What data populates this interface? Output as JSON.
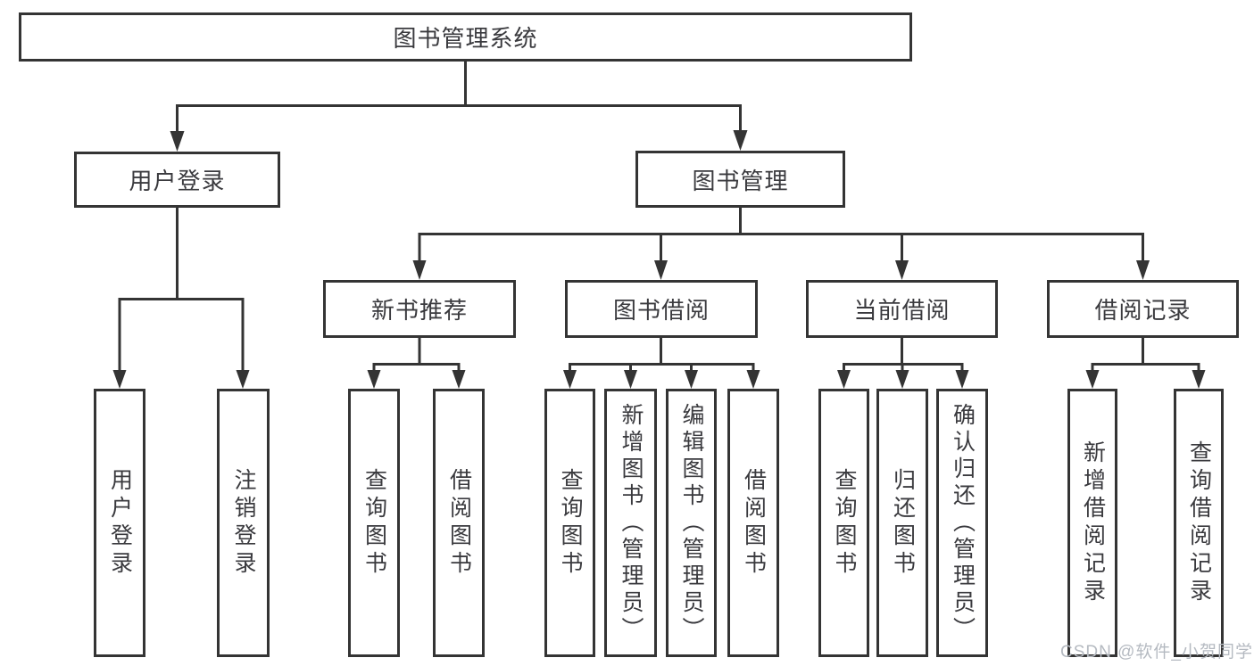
{
  "diagram": {
    "root": {
      "label": "图书管理系统"
    },
    "level2": [
      {
        "label": "用户登录"
      },
      {
        "label": "图书管理"
      }
    ],
    "level3": [
      {
        "parent": "图书管理",
        "label": "新书推荐"
      },
      {
        "parent": "图书管理",
        "label": "图书借阅"
      },
      {
        "parent": "图书管理",
        "label": "当前借阅"
      },
      {
        "parent": "图书管理",
        "label": "借阅记录"
      }
    ],
    "leaves": [
      {
        "parent": "用户登录",
        "label": "用户登录"
      },
      {
        "parent": "用户登录",
        "label": "注销登录"
      },
      {
        "parent": "新书推荐",
        "label": "查询图书"
      },
      {
        "parent": "新书推荐",
        "label": "借阅图书"
      },
      {
        "parent": "图书借阅",
        "label": "查询图书"
      },
      {
        "parent": "图书借阅",
        "label": "新增图书（管理员）"
      },
      {
        "parent": "图书借阅",
        "label": "编辑图书（管理员）"
      },
      {
        "parent": "图书借阅",
        "label": "借阅图书"
      },
      {
        "parent": "当前借阅",
        "label": "查询图书"
      },
      {
        "parent": "当前借阅",
        "label": "归还图书"
      },
      {
        "parent": "当前借阅",
        "label": "确认归还（管理员）"
      },
      {
        "parent": "借阅记录",
        "label": "新增借阅记录"
      },
      {
        "parent": "借阅记录",
        "label": "查询借阅记录"
      }
    ]
  },
  "watermark": {
    "text": "CSDN @软件_小贺同学"
  },
  "colors": {
    "line": "#343434",
    "text": "#3a3a3e",
    "watermark": "#b5bac1",
    "background": "#ffffff"
  }
}
